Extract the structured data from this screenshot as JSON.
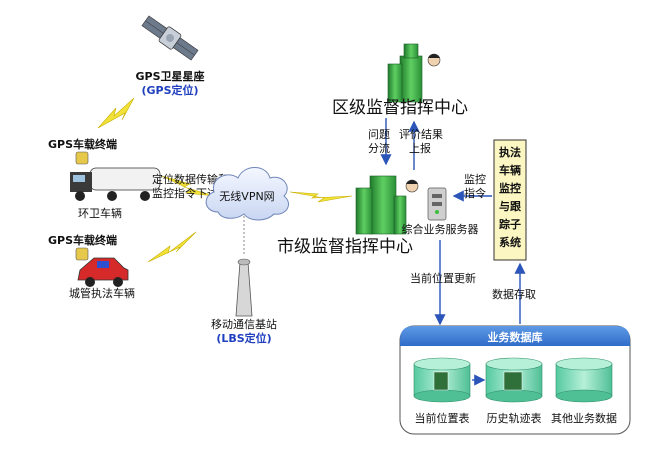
{
  "gps": {
    "title": "GPS卫星星座",
    "subtitle": "(GPS定位)"
  },
  "terminal_1": "GPS车载终端",
  "terminal_2": "GPS车载终端",
  "sanitation_vehicle": "环卫车辆",
  "enforcement_vehicle": "城管执法车辆",
  "link_label": [
    "定位数据传输和",
    "监控指令下达"
  ],
  "vpn": "无线VPN网",
  "base_station": {
    "title": "移动通信基站",
    "subtitle": "(LBS定位)"
  },
  "district_center": "区级监督指挥中心",
  "issue_dispatch": [
    "问题",
    "分流"
  ],
  "eval_report": [
    "评价结果",
    "上报"
  ],
  "city_center": "市级监督指挥中心",
  "monitor_cmd": [
    "监控",
    "指令"
  ],
  "server": "综合业务服务器",
  "tracking_system": [
    "执法",
    "车辆",
    "监控",
    "与跟",
    "踪子",
    "系统"
  ],
  "pos_update": "当前位置更新",
  "data_access": "数据存取",
  "database": {
    "title": "业务数据库",
    "tables": [
      "当前位置表",
      "历史轨迹表",
      "其他业务数据"
    ]
  },
  "colors": {
    "green": "#2e9e3c",
    "cylinder": "#7ad9b8",
    "db_header": "#3a7bd5",
    "arrow": "#2b55b8",
    "lightning": "#f1e23a"
  }
}
